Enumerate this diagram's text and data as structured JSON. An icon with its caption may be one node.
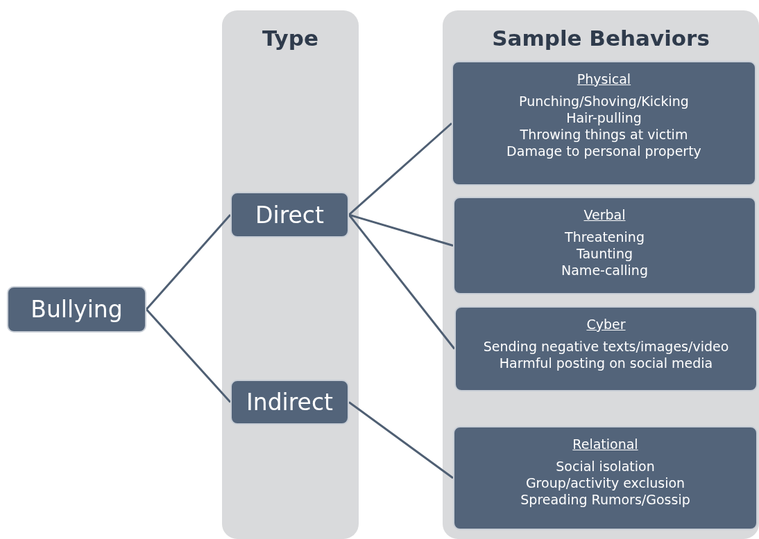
{
  "diagram": {
    "nodes": [
      {
        "text": [
          "Bullying"
        ]
      },
      {
        "text": [
          "Type"
        ]
      },
      {
        "text": [
          "Direct"
        ],
        "in": 1
      },
      {
        "text": [
          "Indirect"
        ],
        "in": 1
      },
      {
        "text": [
          "Sample Behaviors"
        ]
      },
      {
        "text": [
          "Physical",
          "Punching/Shoving/Kicking",
          "Hair-pulling",
          "Throwing things at victim",
          "Damage to personal property"
        ],
        "in": 4
      },
      {
        "text": [
          "Verbal",
          "Threatening",
          "Taunting",
          "Name-calling"
        ],
        "in": 4
      },
      {
        "text": [
          "Cyber",
          "Sending negative texts/images/video",
          "Harmful posting on social media"
        ],
        "in": 4
      },
      {
        "text": [
          "Relational",
          "Social isolation",
          "Group/activity exclusion",
          "Spreading Rumors/Gossip"
        ],
        "in": 4
      }
    ],
    "edges": [
      {
        "from": 0,
        "to": 2,
        "arrow": "none"
      },
      {
        "from": 0,
        "to": 3,
        "arrow": "none"
      },
      {
        "from": 2,
        "to": 5,
        "arrow": "none"
      },
      {
        "from": 2,
        "to": 6,
        "arrow": "none"
      },
      {
        "from": 2,
        "to": 7,
        "arrow": "none"
      },
      {
        "from": 3,
        "to": 8,
        "arrow": "none"
      }
    ]
  }
}
